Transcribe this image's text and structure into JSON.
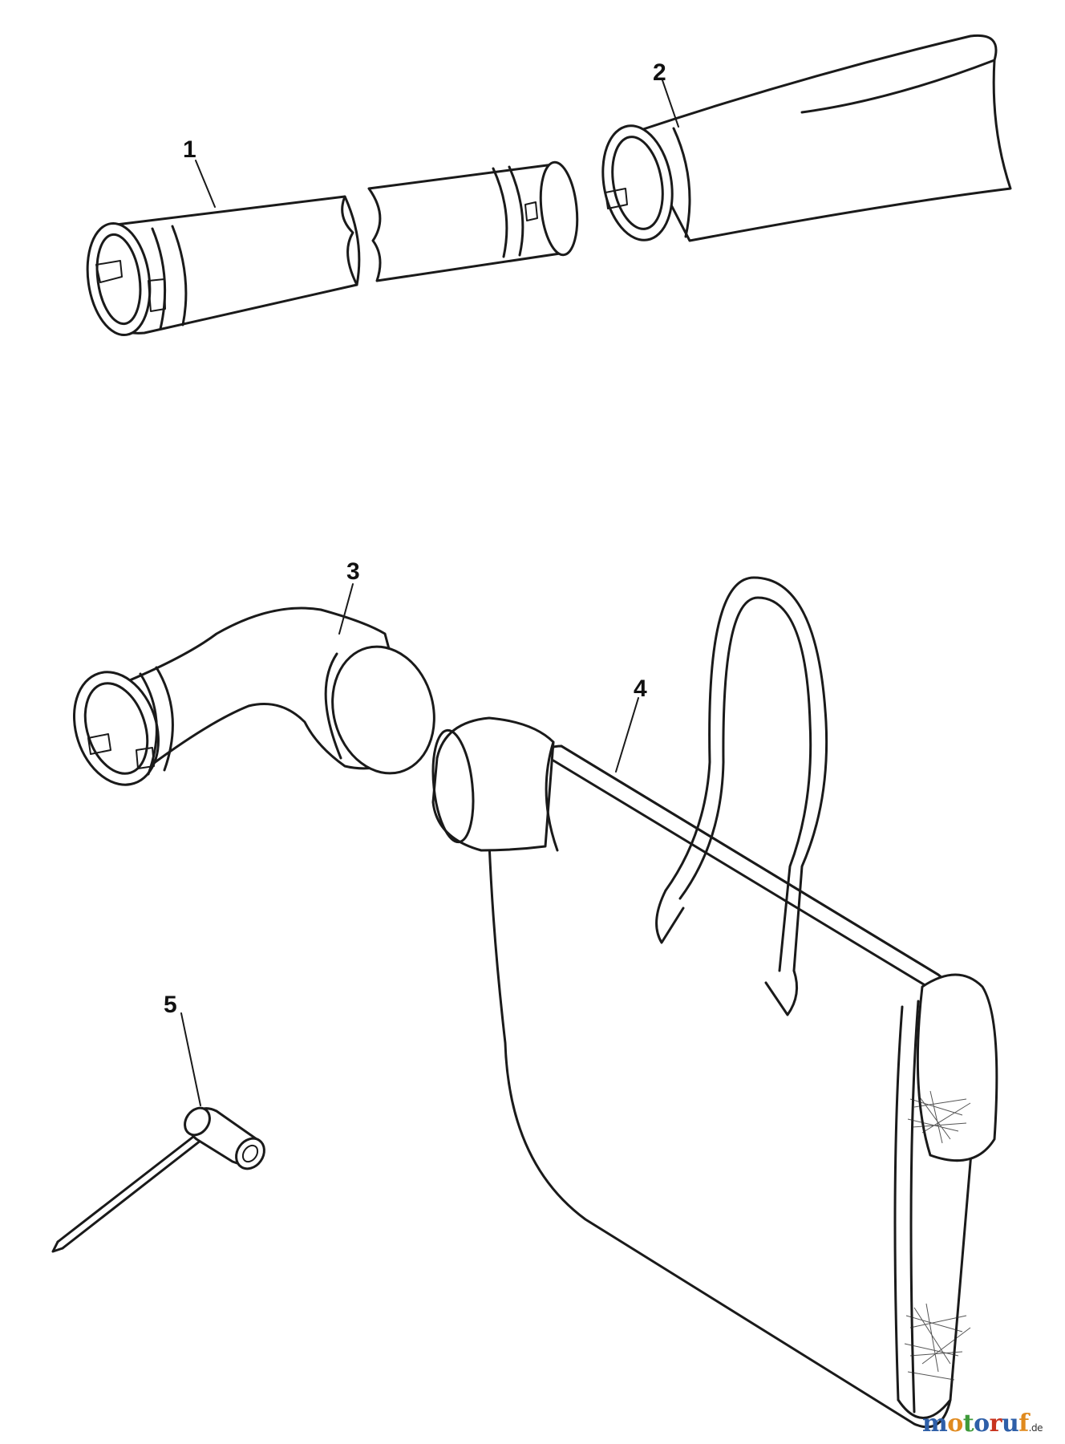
{
  "callouts": [
    {
      "id": "1",
      "label": "1"
    },
    {
      "id": "2",
      "label": "2"
    },
    {
      "id": "3",
      "label": "3"
    },
    {
      "id": "4",
      "label": "4"
    },
    {
      "id": "5",
      "label": "5"
    }
  ],
  "watermark": {
    "letters": [
      "m",
      "o",
      "t",
      "o",
      "r",
      "u",
      "f"
    ],
    "letter_colors": [
      "#2e5fa8",
      "#e08a1e",
      "#3f9a3a",
      "#2e5fa8",
      "#c8331e",
      "#2e5fa8",
      "#e08a1e"
    ],
    "tld": ".de"
  }
}
